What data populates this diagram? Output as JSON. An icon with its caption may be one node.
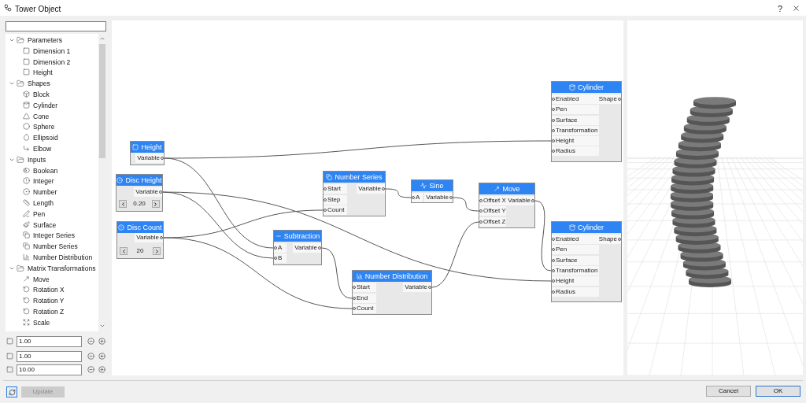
{
  "diagram": {
    "title": "Tower Object",
    "nodes": [
      {
        "text": [
          "Height"
        ]
      },
      {
        "text": [
          "Variable"
        ],
        "in": 0
      },
      {
        "text": [
          "Disc Height",
          "0.20"
        ]
      },
      {
        "text": [
          "Variable"
        ],
        "in": 2
      },
      {
        "text": [
          "Disc Count",
          "20"
        ]
      },
      {
        "text": [
          "Variable"
        ],
        "in": 4
      },
      {
        "text": [
          "Number Series"
        ]
      },
      {
        "text": [
          "Start"
        ],
        "in": 6
      },
      {
        "text": [
          "Step"
        ],
        "in": 6
      },
      {
        "text": [
          "Count"
        ],
        "in": 6
      },
      {
        "text": [
          "Variable"
        ],
        "in": 6
      },
      {
        "text": [
          "Sine"
        ]
      },
      {
        "text": [
          "A"
        ],
        "in": 11
      },
      {
        "text": [
          "Variable"
        ],
        "in": 11
      },
      {
        "text": [
          "Move"
        ]
      },
      {
        "text": [
          "Offset X"
        ],
        "in": 14
      },
      {
        "text": [
          "Offset Y"
        ],
        "in": 14
      },
      {
        "text": [
          "Offset Z"
        ],
        "in": 14
      },
      {
        "text": [
          "Variable"
        ],
        "in": 14
      },
      {
        "text": [
          "Subtraction"
        ]
      },
      {
        "text": [
          "A"
        ],
        "in": 19
      },
      {
        "text": [
          "B"
        ],
        "in": 19
      },
      {
        "text": [
          "Variable"
        ],
        "in": 19
      },
      {
        "text": [
          "Number Distribution"
        ]
      },
      {
        "text": [
          "Start"
        ],
        "in": 23
      },
      {
        "text": [
          "End"
        ],
        "in": 23
      },
      {
        "text": [
          "Count"
        ],
        "in": 23
      },
      {
        "text": [
          "Variable"
        ],
        "in": 23
      },
      {
        "text": [
          "Cylinder"
        ]
      },
      {
        "text": [
          "Enabled"
        ],
        "in": 28
      },
      {
        "text": [
          "Pen"
        ],
        "in": 28
      },
      {
        "text": [
          "Surface"
        ],
        "in": 28
      },
      {
        "text": [
          "Transformation"
        ],
        "in": 28
      },
      {
        "text": [
          "Height"
        ],
        "in": 28
      },
      {
        "text": [
          "Radius"
        ],
        "in": 28
      },
      {
        "text": [
          "Shape"
        ],
        "in": 28
      },
      {
        "text": [
          "Cylinder"
        ]
      },
      {
        "text": [
          "Enabled"
        ],
        "in": 36
      },
      {
        "text": [
          "Pen"
        ],
        "in": 36
      },
      {
        "text": [
          "Surface"
        ],
        "in": 36
      },
      {
        "text": [
          "Transformation"
        ],
        "in": 36
      },
      {
        "text": [
          "Height"
        ],
        "in": 36
      },
      {
        "text": [
          "Radius"
        ],
        "in": 36
      },
      {
        "text": [
          "Shape"
        ],
        "in": 36
      }
    ],
    "edges": [
      {
        "from": 1,
        "to": 33,
        "arrow": "none"
      },
      {
        "from": 1,
        "to": 20,
        "arrow": "none"
      },
      {
        "from": 3,
        "to": 21,
        "arrow": "none"
      },
      {
        "from": 3,
        "to": 41,
        "arrow": "none"
      },
      {
        "from": 5,
        "to": 9,
        "arrow": "none"
      },
      {
        "from": 5,
        "to": 26,
        "arrow": "none"
      },
      {
        "from": 10,
        "to": 12,
        "arrow": "none"
      },
      {
        "from": 13,
        "to": 16,
        "arrow": "none"
      },
      {
        "from": 22,
        "to": 25,
        "arrow": "none"
      },
      {
        "from": 27,
        "to": 17,
        "arrow": "none"
      },
      {
        "from": 18,
        "to": 40,
        "arrow": "none"
      }
    ],
    "labels": [
      "Parameters",
      "Dimension 1",
      "Dimension 2",
      "Height",
      "Shapes",
      "Block",
      "Cylinder",
      "Cone",
      "Sphere",
      "Ellipsoid",
      "Elbow",
      "Inputs",
      "Boolean",
      "Integer",
      "Number",
      "Length",
      "Pen",
      "Surface",
      "Integer Series",
      "Number Series",
      "Number Distribution",
      "Matrix Transformations",
      "Move",
      "Rotation X",
      "Rotation Y",
      "Rotation Z",
      "Scale",
      "1.00",
      "1.00",
      "10.00",
      "Update",
      "Cancel",
      "OK",
      "?"
    ]
  }
}
